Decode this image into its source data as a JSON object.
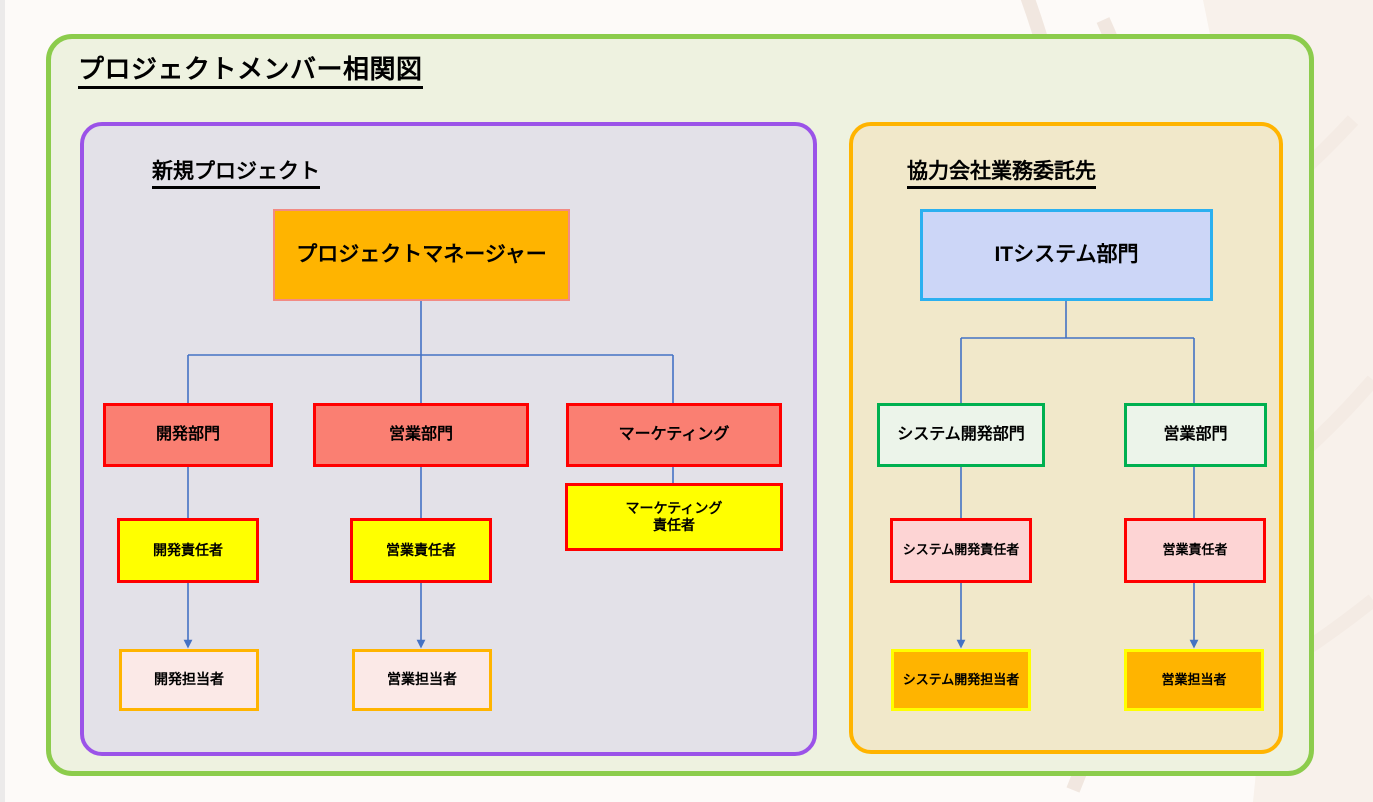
{
  "page": {
    "title": "プロジェクトメンバー相関図",
    "background_color": "#fdfaf8",
    "outer_panel_fill": "#eef2e0",
    "outer_panel_border": "#8ccc4c"
  },
  "panels": {
    "left": {
      "title": "新規プロジェクト",
      "fill": "#e3e1e8",
      "border": "#9b53e8"
    },
    "right": {
      "title": "協力会社業務委託先",
      "fill": "#f1e8ca",
      "border": "#ffb400"
    }
  },
  "diagram": {
    "type": "org-chart",
    "left_tree": {
      "root": {
        "id": "pm",
        "label": "プロジェクトマネージャー",
        "fill": "#ffb400",
        "border": "#f28b84"
      },
      "departments": [
        {
          "id": "dev-dept",
          "label": "開発部門",
          "fill": "#fa7f72",
          "border": "#ff0000"
        },
        {
          "id": "sales-dept",
          "label": "営業部門",
          "fill": "#fa7f72",
          "border": "#ff0000"
        },
        {
          "id": "mkt-dept",
          "label": "マーケティング",
          "fill": "#fa7f72",
          "border": "#ff0000"
        }
      ],
      "leads": [
        {
          "id": "dev-lead",
          "label": "開発責任者",
          "fill": "#ffff00",
          "border": "#ff0000",
          "parent": "dev-dept"
        },
        {
          "id": "sales-lead",
          "label": "営業責任者",
          "fill": "#ffff00",
          "border": "#ff0000",
          "parent": "sales-dept"
        },
        {
          "id": "mkt-lead",
          "label_line1": "マーケティング",
          "label_line2": "責任者",
          "fill": "#ffff00",
          "border": "#ff0000",
          "parent": "mkt-dept"
        }
      ],
      "staff": [
        {
          "id": "dev-staff",
          "label": "開発担当者",
          "fill": "#fbe9e7",
          "border": "#ffb400",
          "parent": "dev-lead"
        },
        {
          "id": "sales-staff",
          "label": "営業担当者",
          "fill": "#fbe9e7",
          "border": "#ffb400",
          "parent": "sales-lead"
        }
      ]
    },
    "right_tree": {
      "root": {
        "id": "it-dept",
        "label": "ITシステム部門",
        "fill": "#ccd6f7",
        "border": "#2bb0f0"
      },
      "departments": [
        {
          "id": "sysdev-dept",
          "label": "システム開発部門",
          "fill": "#ecf4ea",
          "border": "#00b050"
        },
        {
          "id": "rsales-dept",
          "label": "営業部門",
          "fill": "#ecf4ea",
          "border": "#00b050"
        }
      ],
      "leads": [
        {
          "id": "sysdev-lead",
          "label": "システム開発責任者",
          "fill": "#fdd4d4",
          "border": "#ff0000",
          "parent": "sysdev-dept"
        },
        {
          "id": "rsales-lead",
          "label": "営業責任者",
          "fill": "#fdd4d4",
          "border": "#ff0000",
          "parent": "rsales-dept"
        }
      ],
      "staff": [
        {
          "id": "sysdev-staff",
          "label": "システム開発担当者",
          "fill": "#ffb400",
          "border": "#ffff00",
          "parent": "sysdev-lead"
        },
        {
          "id": "rsales-staff",
          "label": "営業担当者",
          "fill": "#ffb400",
          "border": "#ffff00",
          "parent": "rsales-lead"
        }
      ]
    },
    "connector_color": "#4472c4"
  }
}
